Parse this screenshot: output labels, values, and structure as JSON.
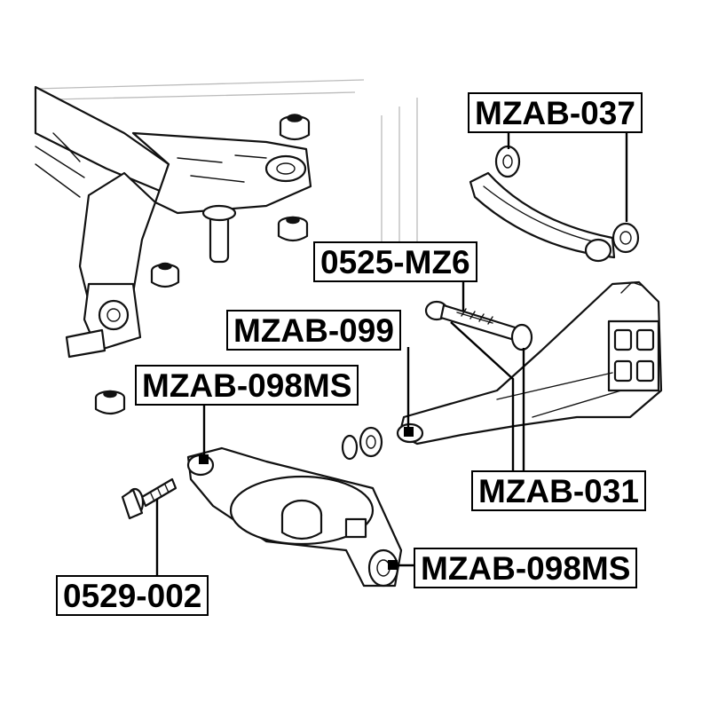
{
  "part_labels": {
    "mzab_037": "MZAB-037",
    "mz6_0525": "0525-MZ6",
    "mzab_099": "MZAB-099",
    "mzab_098ms_top": "MZAB-098MS",
    "mzab_031": "MZAB-031",
    "mzab_098ms_bottom": "MZAB-098MS",
    "bolt_0529_002": "0529-002"
  },
  "colors": {
    "line": "#111111",
    "background": "#ffffff",
    "label_border": "#000000"
  }
}
